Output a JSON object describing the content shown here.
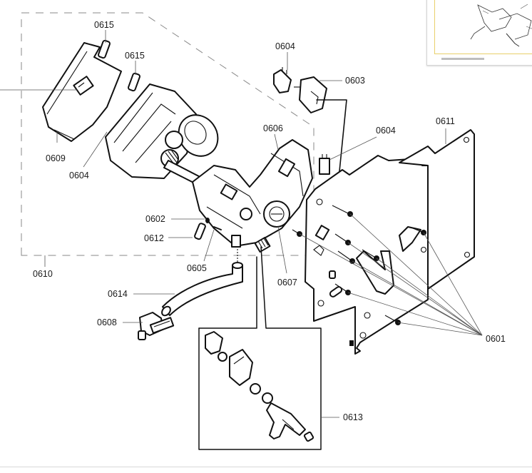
{
  "diagram": {
    "title": "Exploded parts diagram – brewing unit assembly",
    "accent_color": "#e8cf6a",
    "labels": {
      "p0615a": "0615",
      "p0615b": "0615",
      "p0609": "0609",
      "p0604a": "0604",
      "p0604b": "0604",
      "p0603": "0603",
      "p0604c": "0604",
      "p0606": "0606",
      "p0611": "0611",
      "p0602": "0602",
      "p0612": "0612",
      "p0605": "0605",
      "p0607": "0607",
      "p0610": "0610",
      "p0614": "0614",
      "p0608": "0608",
      "p0613": "0613",
      "p0601": "0601"
    }
  },
  "thumbnail": {
    "name": "overview-thumbnail"
  }
}
